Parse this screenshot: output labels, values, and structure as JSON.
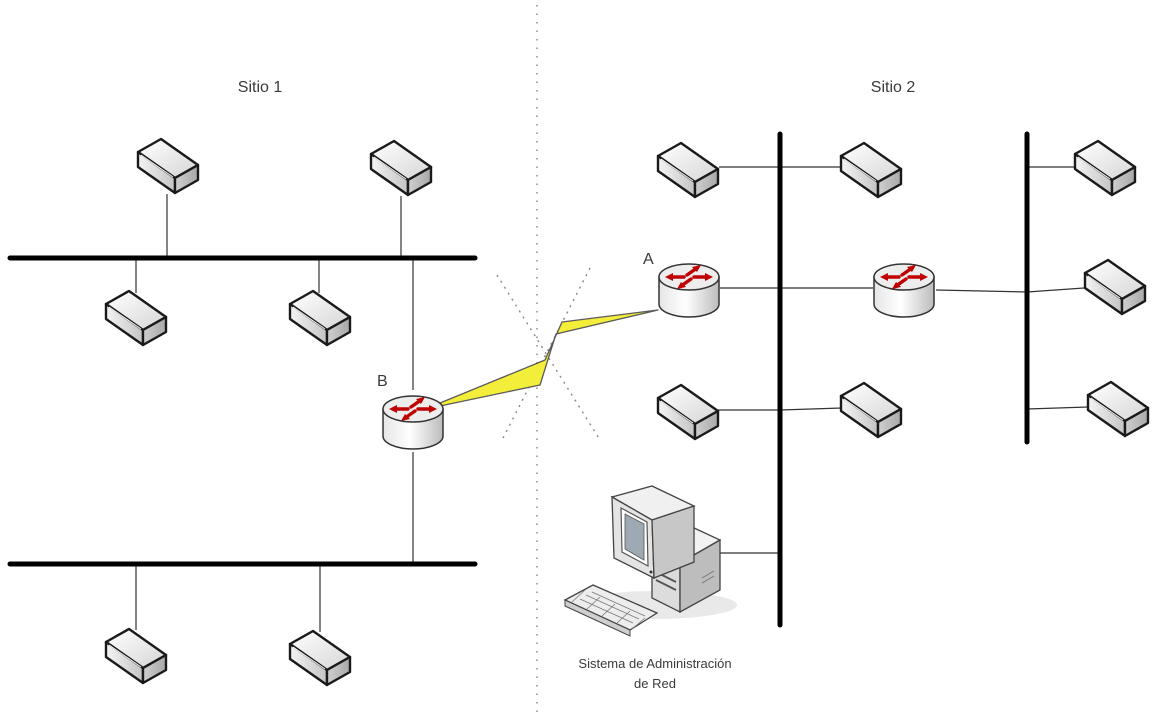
{
  "labels": {
    "site1": "Sitio 1",
    "site2": "Sitio 2",
    "router_a": "A",
    "router_b": "B",
    "nms_line1": "Sistema de Administración",
    "nms_line2": "de Red"
  },
  "colors": {
    "bus": "#000000",
    "wire": "#333333",
    "divider": "#777777",
    "link_fill": "#f2ee3a",
    "link_stroke": "#555555",
    "router_arrow": "#cc0000"
  },
  "icons": {
    "host": "host-box-icon",
    "router": "router-icon",
    "workstation": "workstation-icon",
    "wan_link": "lightning-link-icon"
  }
}
